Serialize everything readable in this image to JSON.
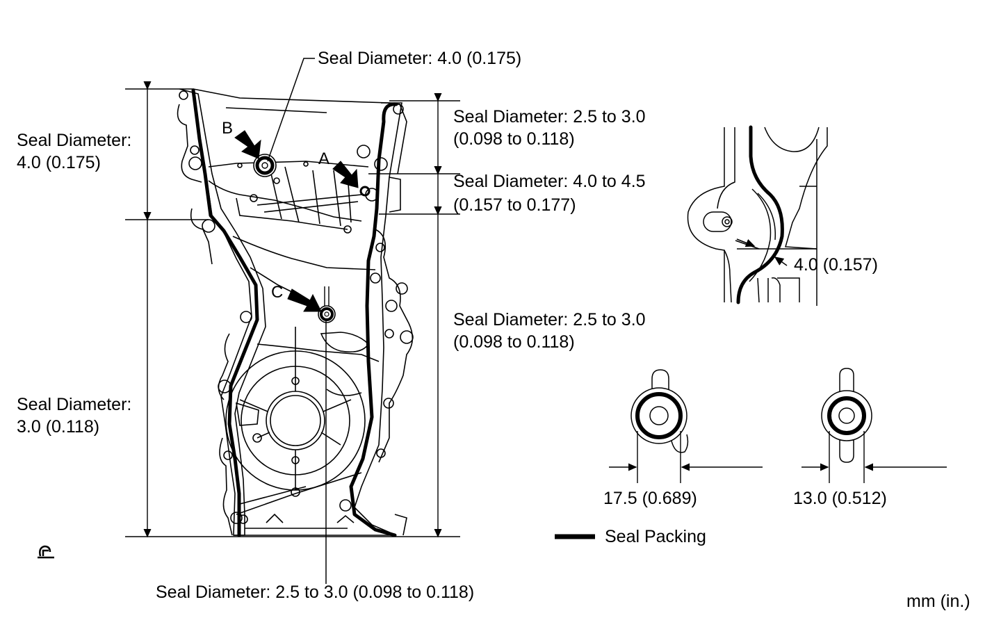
{
  "labels": {
    "seal_b_top": "Seal Diameter: 4.0 (0.175)",
    "left_upper_title": "Seal Diameter:",
    "left_upper_value": "4.0 (0.175)",
    "left_lower_title": "Seal Diameter:",
    "left_lower_value": "3.0 (0.118)",
    "right_top_line1": "Seal Diameter: 2.5 to 3.0",
    "right_top_line2": "(0.098 to 0.118)",
    "right_mid_line1": "Seal Diameter: 4.0 to 4.5",
    "right_mid_line2": "(0.157 to 0.177)",
    "right_lower_line1": "Seal Diameter: 2.5 to 3.0",
    "right_lower_line2": "(0.098 to 0.118)",
    "bottom_seal_c": "Seal Diameter: 2.5 to 3.0 (0.098 to 0.118)",
    "detail_width": "4.0 (0.157)",
    "ring_large_dim": "17.5 (0.689)",
    "ring_small_dim": "13.0 (0.512)",
    "legend_seal_packing": "Seal Packing",
    "units": "mm (in.)"
  },
  "callouts": {
    "a": "A",
    "b": "B",
    "c": "C"
  },
  "colors": {
    "ink": "#000000",
    "paper": "#ffffff"
  }
}
